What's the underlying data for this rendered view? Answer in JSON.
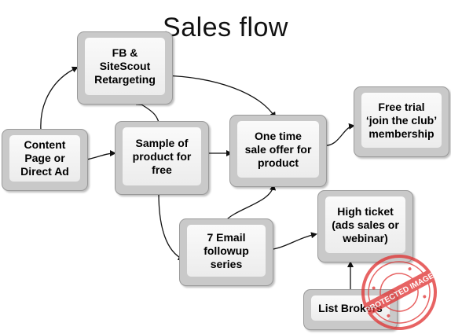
{
  "title": "Sales flow",
  "nodes": {
    "fb": "FB &\nSiteScout\nRetargeting",
    "content": "Content\nPage or\nDirect Ad",
    "sample": "Sample of\nproduct for\nfree",
    "onetime": "One time\nsale offer for\nproduct",
    "trial": "Free trial\n‘join the club’\nmembership",
    "email": "7 Email\nfollowup\nseries",
    "highticket": "High ticket\n(ads sales or\nwebinar)",
    "listbrokers": "List Brokers"
  },
  "watermark": {
    "text": "PROTECTED IMAGE",
    "color": "#e03030"
  },
  "colors": {
    "box_bevel": "#c9c9c9",
    "box_face": "#f4f4f4",
    "arrow": "#111111"
  }
}
